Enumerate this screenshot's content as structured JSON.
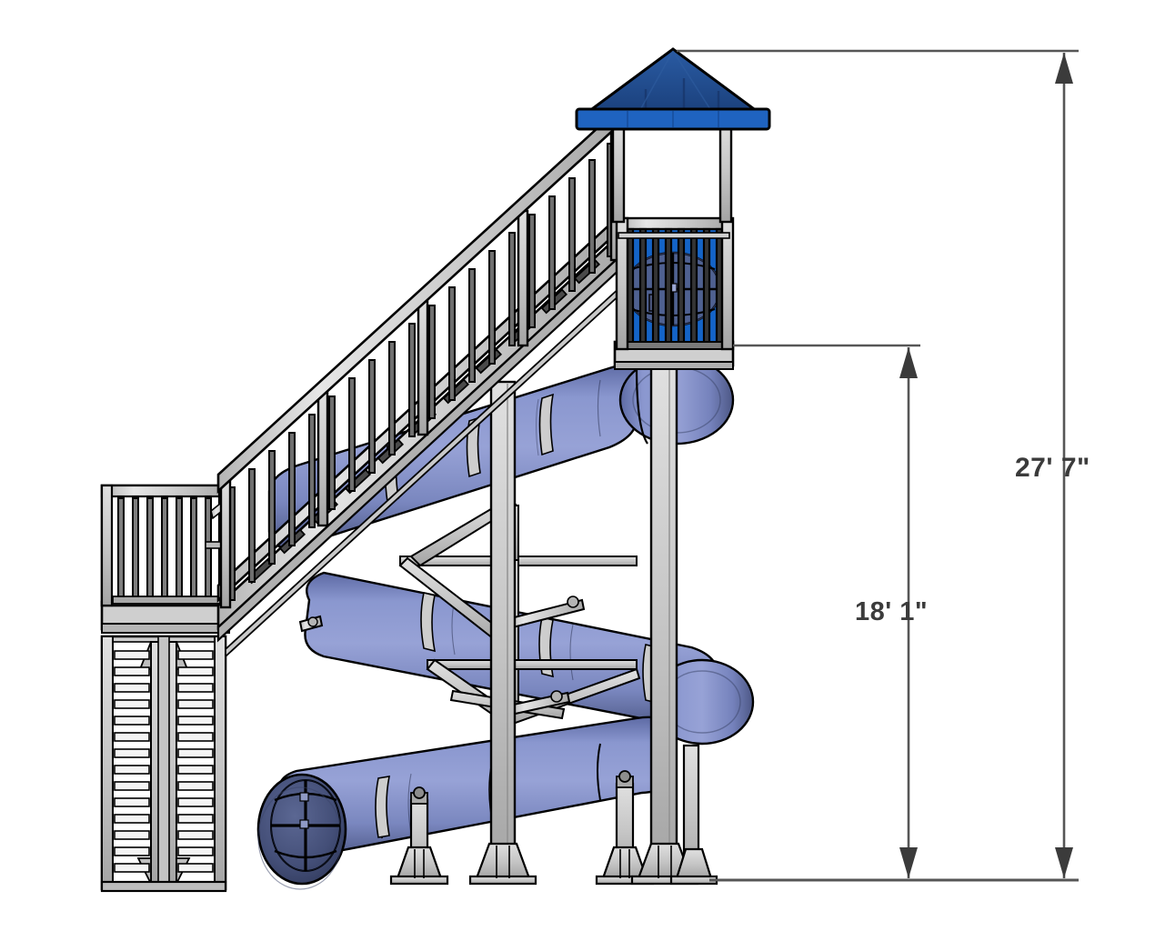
{
  "drawing": {
    "title": "Water Slide Tower Elevation",
    "background_color": "#ffffff",
    "view": "side elevation"
  },
  "dimensions": {
    "total_height": {
      "label": "27' 7\"",
      "description": "overall height from ground to top of tower roof peak"
    },
    "deck_height": {
      "label": "18' 1\"",
      "description": "height from ground to slide tower deck level"
    },
    "line_color": "#565656",
    "text_color": "#3b3b3b"
  },
  "colors": {
    "roof_blue": "#1f4a8c",
    "roof_fascia_blue": "#1f63c0",
    "panel_blue": "#1464c8",
    "flume_blue": "#8793c9",
    "flume_blue_dark": "#5f6ca6",
    "flume_shadow": "#414d7f",
    "steel_gray": "#c8c8c8",
    "steel_gray_light": "#e2e2e2",
    "steel_gray_dark": "#9a9a9a",
    "outline": "#000000"
  },
  "components": {
    "roof": {
      "name": "Tower Roof",
      "shape": "pyramid hip roof",
      "color": "#1f4a8c"
    },
    "tower_deck": {
      "name": "Tower Deck Enclosure",
      "panel_color": "#1464c8"
    },
    "flume_entrance": {
      "name": "Slide Flume Entrance",
      "shape": "circular grate"
    },
    "stair_ramp": {
      "name": "Access Stair Ramp",
      "material": "galvanized steel"
    },
    "landing": {
      "name": "Intermediate Landing Platform"
    },
    "stair_tower": {
      "name": "Lower Stair Tower"
    },
    "flume": {
      "name": "Spiral Slide Flume",
      "color": "#8793c9"
    },
    "flume_exit": {
      "name": "Slide Flume Exit"
    },
    "columns": {
      "name": "Support Columns",
      "count": 5
    },
    "footings": {
      "name": "Column Base Footings"
    },
    "ground_line": {
      "name": "Ground Reference Line"
    }
  }
}
